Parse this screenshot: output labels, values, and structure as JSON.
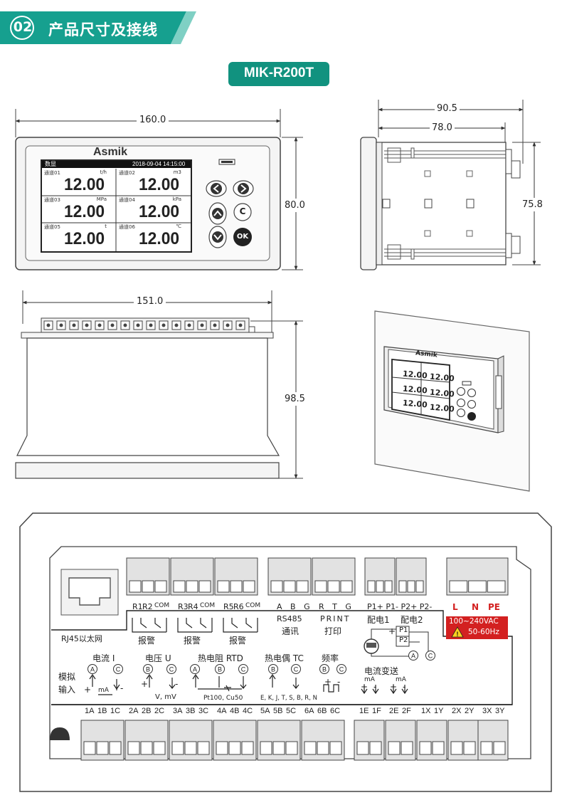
{
  "header": {
    "number": "02",
    "title": "产品尺寸及接线",
    "accent_color": "#1b9d8e",
    "badge_color": "#0f8f7e"
  },
  "model_badge": "MIK-R200T",
  "dimensions": {
    "front_width": "160.0",
    "front_height": "80.0",
    "side_total": "90.5",
    "side_body": "78.0",
    "side_height": "75.8",
    "top_width": "151.0",
    "top_depth": "98.5"
  },
  "device": {
    "brand": "Asmik",
    "screen_title": "数显",
    "screen_datetime": "2018-09-04 14:15:00",
    "channels": [
      {
        "name": "通道01",
        "unit": "t/h",
        "value": "12.00"
      },
      {
        "name": "通道02",
        "unit": "m3",
        "value": "12.00"
      },
      {
        "name": "通道03",
        "unit": "MPa",
        "value": "12.00"
      },
      {
        "name": "通道04",
        "unit": "kPa",
        "value": "12.00"
      },
      {
        "name": "通道05",
        "unit": "t",
        "value": "12.00"
      },
      {
        "name": "通道06",
        "unit": "℃",
        "value": "12.00"
      }
    ],
    "btn_c": "C",
    "btn_ok": "OK"
  },
  "iso_view": {
    "brand": "Asmik",
    "value": "12.00"
  },
  "wiring": {
    "rj45_label": "RJ45以太网",
    "relay_labels": [
      "R1",
      "R2",
      "COM",
      "R3",
      "R4",
      "COM",
      "R5",
      "R6",
      "COM"
    ],
    "alarm": "报警",
    "rs485": {
      "pins": "A B G",
      "name": "RS485",
      "sub": "通讯"
    },
    "print": {
      "pins": "R T G",
      "name": "PRINT",
      "sub": "打印"
    },
    "power_feed": {
      "pins": "P1+ P1- P2+ P2-",
      "label1": "配电1",
      "label2": "配电2",
      "p1": "P1",
      "p2": "P2"
    },
    "mains": {
      "l": "L",
      "n": "N",
      "pe": "PE",
      "voltage": "100~240VAC",
      "freq": "50-60Hz"
    },
    "analog_input": {
      "line1": "模拟",
      "line2": "输入"
    },
    "current_label": "电流 I",
    "voltage_label": "电压 U",
    "voltage_units": "V, mV",
    "rtd_label": "热电阻 RTD",
    "rtd_types": "Pt100, Cu50",
    "tc_label": "热电偶 TC",
    "tc_types": "E, K, J, T, S, B, R, N",
    "freq_label": "频率",
    "transmit_label": "电流变送",
    "ma": "mA",
    "bottom_terminals": [
      "1A",
      "1B",
      "1C",
      "2A",
      "2B",
      "2C",
      "3A",
      "3B",
      "3C",
      "4A",
      "4B",
      "4C",
      "5A",
      "5B",
      "5C",
      "6A",
      "6B",
      "6C",
      "1E",
      "1F",
      "2E",
      "2F",
      "1X",
      "1Y",
      "2X",
      "2Y",
      "3X",
      "3Y"
    ],
    "circ": {
      "a": "A",
      "b": "B",
      "c": "C"
    },
    "plus": "+",
    "minus": "-",
    "warning_color": "#d32020"
  }
}
